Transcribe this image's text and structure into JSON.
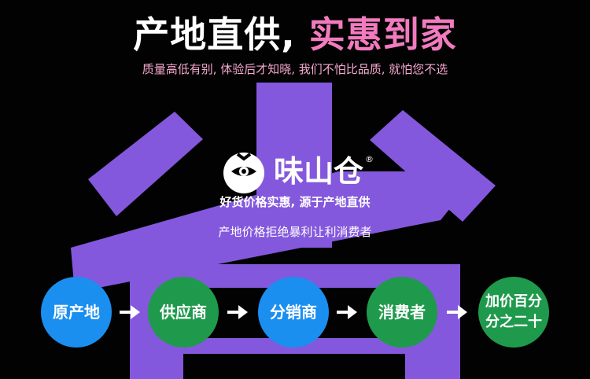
{
  "headline": {
    "part1": "产地直供,",
    "part2": "实惠到家"
  },
  "subline": "质量高低有别, 体验后才知晓, 我们不怕比品质, 就怕您不选",
  "brand": {
    "name": "味山仓",
    "registered_mark": "®",
    "logo_icon": "eye-logo-icon"
  },
  "tagline": "好货价格实惠, 源于产地直供",
  "description": "产地价格拒绝暴利让利消费者",
  "flow": {
    "steps": [
      "原产地",
      "供应商",
      "分销商",
      "消费者"
    ],
    "final_line1": "加价百分",
    "final_line2": "分之二十"
  },
  "colors": {
    "background": "#020202",
    "purple": "#8458dc",
    "pink": "#f27bbf",
    "blue": "#1a8ff0",
    "green": "#1f9a4c"
  }
}
